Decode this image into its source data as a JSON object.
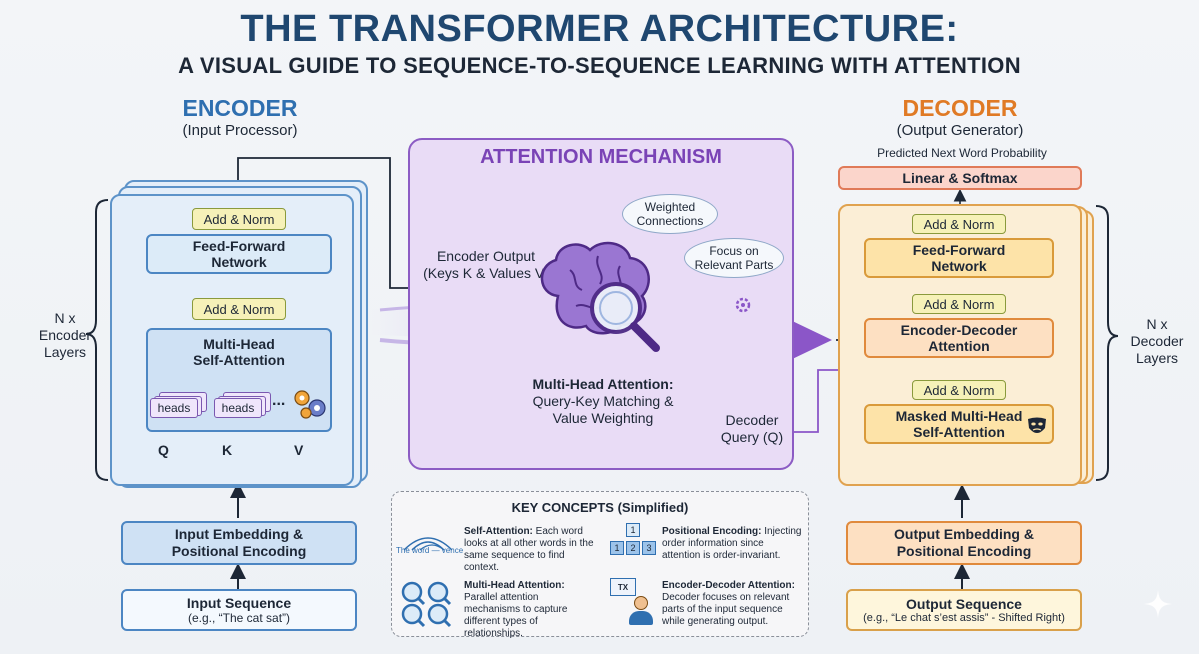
{
  "header": {
    "title": "THE TRANSFORMER ARCHITECTURE:",
    "subtitle": "A VISUAL GUIDE TO SEQUENCE-TO-SEQUENCE LEARNING WITH ATTENTION"
  },
  "encoder": {
    "title": "ENCODER",
    "subtitle": "(Input Processor)",
    "stack_label": [
      "N x",
      "Encoder",
      "Layers"
    ],
    "add_norm": "Add & Norm",
    "ffn": [
      "Feed-Forward",
      "Network"
    ],
    "mhsa": [
      "Multi-Head",
      "Self-Attention"
    ],
    "heads": "heads",
    "ellipsis": "...",
    "q": "Q",
    "k": "K",
    "v": "V",
    "embedding": [
      "Input Embedding &",
      "Positional Encoding"
    ],
    "sequence_title": "Input Sequence",
    "sequence_example": "(e.g., “The cat sat”)"
  },
  "attention": {
    "title": "ATTENTION MECHANISM",
    "bubble1": [
      "Weighted",
      "Connections"
    ],
    "bubble2": [
      "Focus on",
      "Relevant Parts"
    ],
    "encoder_output": [
      "Encoder Output",
      "(Keys K & Values V)"
    ],
    "caption": [
      "Multi-Head Attention:",
      "Query-Key Matching &",
      "Value Weighting"
    ],
    "decoder_query": [
      "Decoder",
      "Query (Q)"
    ]
  },
  "decoder": {
    "title": "DECODER",
    "subtitle": "(Output Generator)",
    "predicted": "Predicted Next Word Probability",
    "linear_softmax": "Linear & Softmax",
    "add_norm": "Add & Norm",
    "ffn": [
      "Feed-Forward",
      "Network"
    ],
    "enc_dec_attn": [
      "Encoder-Decoder",
      "Attention"
    ],
    "masked_mhsa": [
      "Masked Multi-Head",
      "Self-Attention"
    ],
    "stack_label": [
      "N x",
      "Decoder",
      "Layers"
    ],
    "embedding": [
      "Output Embedding &",
      "Positional Encoding"
    ],
    "sequence_title": "Output Sequence",
    "sequence_example": "(e.g., “Le chat s’est assis” - Shifted Right)"
  },
  "key_concepts": {
    "title": "KEY CONCEPTS (Simplified)",
    "self_attention": {
      "term": "Self-Attention:",
      "text": " Each word looks at all other words in the same sequence to find context.",
      "icon_label": "The word — vence"
    },
    "positional": {
      "term": "Positional Encoding:",
      "text": " Injecting order information since attention is order-invariant.",
      "icon_nums": [
        "1",
        "1",
        "2",
        "3"
      ]
    },
    "multihead": {
      "term": "Multi-Head Attention:",
      "text": " Parallel attention mechanisms to capture different types of relationships."
    },
    "enc_dec": {
      "term": "Encoder-Decoder Attention:",
      "text": " Decoder focuses on relevant parts of the input sequence while generating output.",
      "icon_label": "TX"
    }
  },
  "colors": {
    "title": "#1f4770",
    "encoder_accent": "#2f6fb0",
    "decoder_accent": "#e07a25",
    "attention_accent": "#7a43b6"
  }
}
